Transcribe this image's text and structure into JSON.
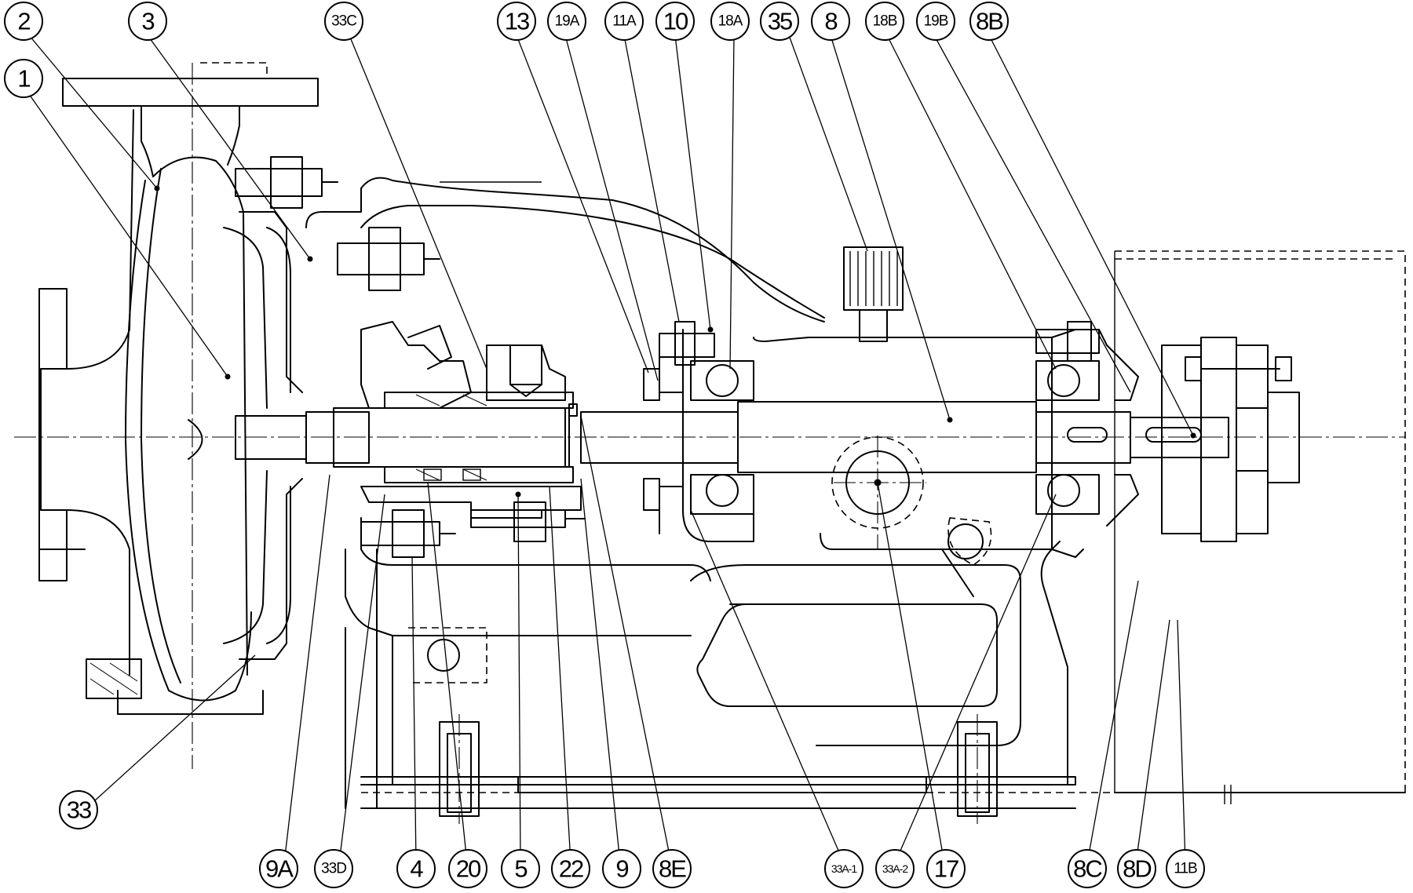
{
  "labels_top": [
    "2",
    "3",
    "1",
    "33C",
    "13",
    "19A",
    "11A",
    "10",
    "18A",
    "35",
    "8",
    "18B",
    "19B",
    "8B"
  ],
  "labels_bottom": [
    "33",
    "9A",
    "33D",
    "4",
    "20",
    "5",
    "22",
    "9",
    "8E",
    "33A-1",
    "33A-2",
    "17",
    "8C",
    "8D",
    "11B"
  ]
}
